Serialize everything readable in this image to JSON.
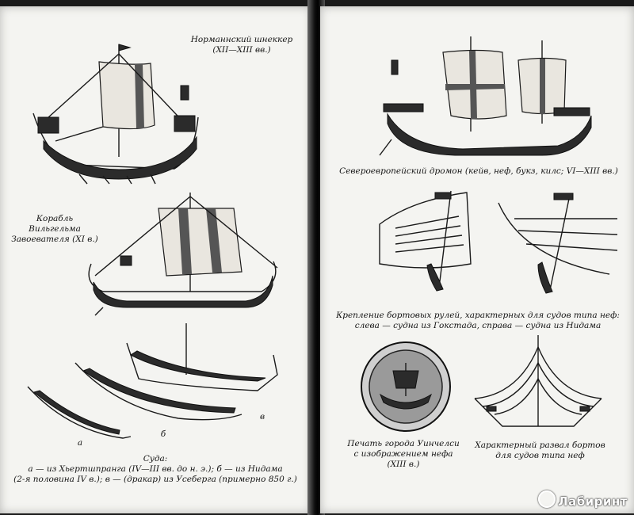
{
  "left_page": {
    "caption_norman": [
      "Норманнский шнеккер",
      "(XII—XIII вв.)"
    ],
    "caption_william": [
      "Корабль Вильгельма",
      "Завоевателя (XI в.)"
    ],
    "caption_suda": [
      "Суда:",
      "а — из Хьертшпранга (IV—III вв. до н. э.); б — из Нидама",
      "(2-я половина IV в.); в — (дракар) из Усеберга (примерно 850 г.)"
    ],
    "boat_labels": [
      "а",
      "б",
      "в"
    ]
  },
  "right_page": {
    "caption_dromon": "Североевропейский дромон (кейв, неф, букз, килс; VI—XIII вв.)",
    "caption_rudders": [
      "Крепление бортовых рулей, характерных для судов типа неф:",
      "слева — судна из Гокстада, справа — судна из Нидама"
    ],
    "caption_seal": [
      "Печать города Уинчелси",
      "с изображением нефа",
      "(XIII в.)"
    ],
    "caption_hull": [
      "Характерный развал бортов",
      "для судов типа неф"
    ]
  },
  "watermark": "Лабиринт",
  "colors": {
    "paper": "#f4f4f1",
    "ink": "#141414",
    "background": "#1a1a1a"
  }
}
